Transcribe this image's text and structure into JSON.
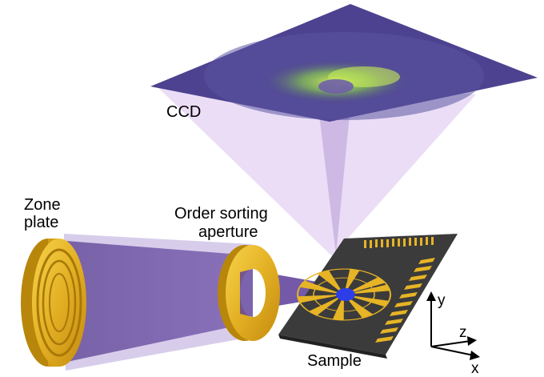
{
  "labels": {
    "ccd": "CCD",
    "zone_plate_line1": "Zone",
    "zone_plate_line2": "plate",
    "osa_line1": "Order sorting",
    "osa_line2": "aperture",
    "sample": "Sample"
  },
  "axes": {
    "y": "y",
    "z": "z",
    "x": "x"
  },
  "colors": {
    "beam": "#4b2f87",
    "cone": "#d9c6ee",
    "gold": "#e6b425",
    "gold_dark": "#b8860b",
    "detector": "#4a3f86",
    "sample_plate": "#3a3a3a",
    "diffraction": "#b9e04a"
  },
  "icons": {
    "axes": "xyz-axes-icon"
  }
}
